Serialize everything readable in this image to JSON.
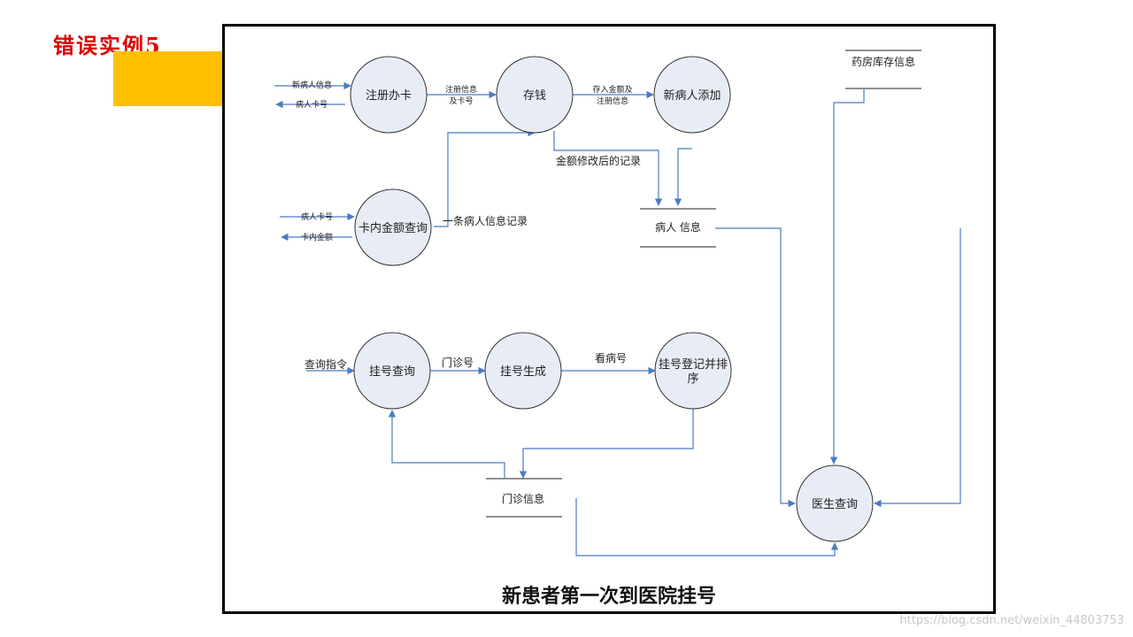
{
  "slide": {
    "title": "错误实例5",
    "caption": "新患者第一次到医院挂号",
    "watermark": "https://blog.csdn.net/weixin_44803753"
  },
  "diagram": {
    "processes": {
      "register_card": "注册办卡",
      "deposit": "存钱",
      "add_patient": "新病人添加",
      "balance_query": "卡内金额查询",
      "reg_query": "挂号查询",
      "reg_generate": "挂号生成",
      "reg_record_line1": "挂号登记并排",
      "reg_record_line2": "序",
      "doctor_query": "医生查询"
    },
    "stores": {
      "pharmacy": "药房库存信息",
      "patient_info": "病人 信息",
      "clinic_info": "门诊信息"
    },
    "flows": {
      "new_patient_info": "新病人信息",
      "patient_card_out": "病人卡号",
      "reg_info_line1": "注册信息",
      "reg_info_line2": "及卡号",
      "deposit_amount_line1": "存入金额及",
      "deposit_amount_line2": "注册信息",
      "amount_modified_record": "金额修改后的记录",
      "patient_card_in": "病人卡号",
      "card_balance": "卡内金额",
      "one_patient_record": "一条病人信息记录",
      "query_command": "查询指令",
      "clinic_number": "门诊号",
      "visit_number": "看病号"
    }
  }
}
